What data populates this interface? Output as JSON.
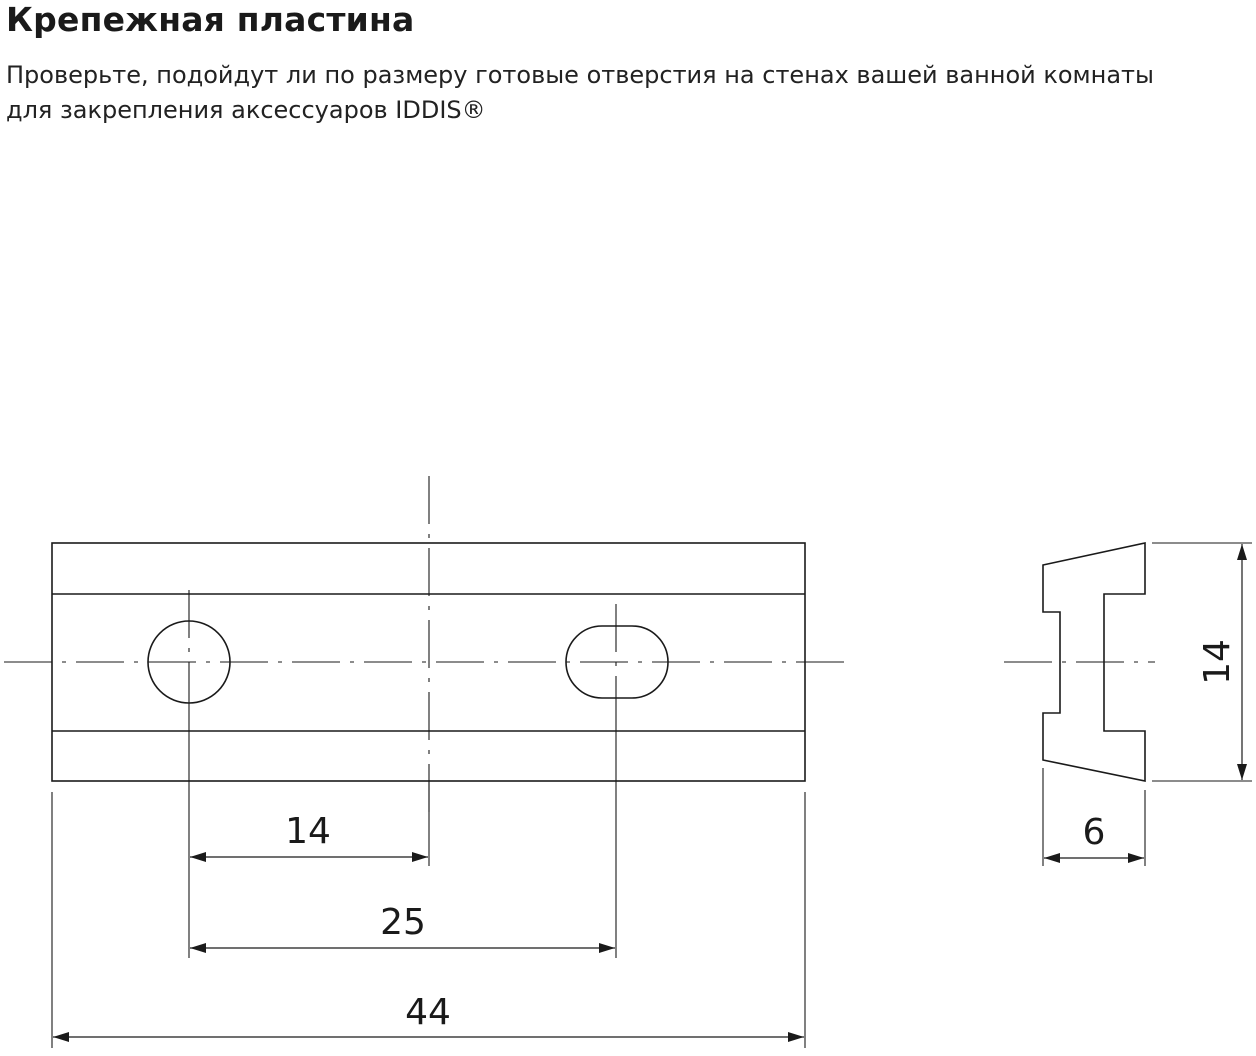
{
  "header": {
    "title": "Крепежная пластина",
    "subtitle_line1": "Проверьте, подойдут ли по размеру готовые отверстия на стенах вашей ванной комнаты",
    "subtitle_line2": "для закрепления аксессуаров IDDIS®"
  },
  "dimensions": {
    "front_hole_to_center": "14",
    "front_hole_spacing": "25",
    "front_total_length": "44",
    "side_height": "14",
    "side_thickness": "6"
  },
  "colors": {
    "line": "#1a1a1a",
    "background": "#ffffff"
  }
}
